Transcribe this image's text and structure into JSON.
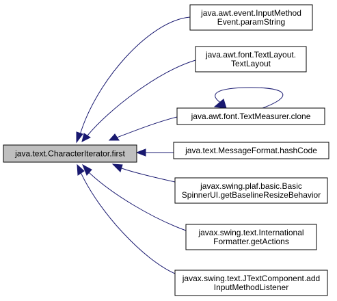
{
  "colors": {
    "edge": "#191970",
    "root_fill": "#bfbfbf",
    "node_fill": "#ffffff",
    "border": "#000000"
  },
  "root": {
    "id": "first",
    "lines": [
      "java.text.CharacterIterator.first"
    ]
  },
  "callers": [
    {
      "id": "inputmethodevent-paramstring",
      "lines": [
        "java.awt.event.InputMethod",
        "Event.paramString"
      ]
    },
    {
      "id": "textlayout-textlayout",
      "lines": [
        "java.awt.font.TextLayout.",
        "TextLayout"
      ]
    },
    {
      "id": "textmeasurer-clone",
      "lines": [
        "java.awt.font.TextMeasurer.clone"
      ]
    },
    {
      "id": "messageformat-hashcode",
      "lines": [
        "java.text.MessageFormat.hashCode"
      ]
    },
    {
      "id": "basicspinnerui-getbaselineresizebehavior",
      "lines": [
        "javax.swing.plaf.basic.Basic",
        "SpinnerUI.getBaselineResizeBehavior"
      ]
    },
    {
      "id": "internationalformatter-getactions",
      "lines": [
        "javax.swing.text.International",
        "Formatter.getActions"
      ]
    },
    {
      "id": "jtextcomponent-addinputmethodlistener",
      "lines": [
        "javax.swing.text.JTextComponent.add",
        "InputMethodListener"
      ]
    }
  ],
  "edges": [
    {
      "from": "inputmethodevent-paramstring",
      "to": "first"
    },
    {
      "from": "textlayout-textlayout",
      "to": "first"
    },
    {
      "from": "textmeasurer-clone",
      "to": "first"
    },
    {
      "from": "textmeasurer-clone",
      "to": "textmeasurer-clone"
    },
    {
      "from": "messageformat-hashcode",
      "to": "first"
    },
    {
      "from": "basicspinnerui-getbaselineresizebehavior",
      "to": "first"
    },
    {
      "from": "internationalformatter-getactions",
      "to": "first"
    },
    {
      "from": "jtextcomponent-addinputmethodlistener",
      "to": "first"
    }
  ]
}
